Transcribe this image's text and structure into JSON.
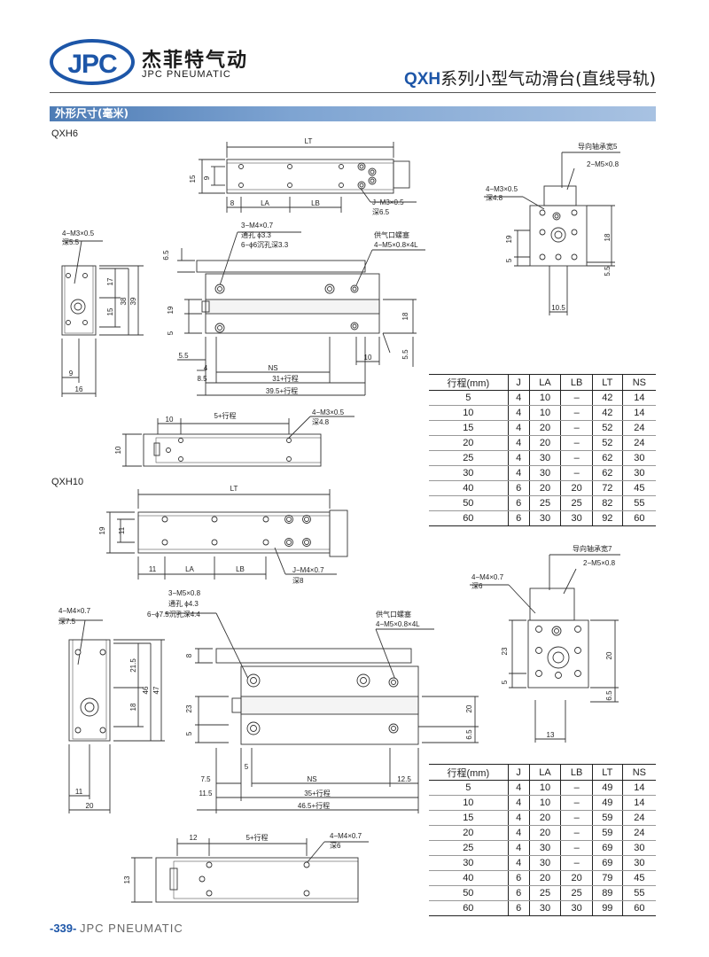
{
  "header": {
    "logo_text": "JPC",
    "brand_cn": "杰菲特气动",
    "brand_en": "JPC PNEUMATIC",
    "title_code": "QXH",
    "title_rest": "系列小型气动滑台(直线导轨)"
  },
  "section": {
    "title": "外形尺寸(毫米)"
  },
  "qxh6": {
    "label": "QXH6",
    "top_view": {
      "lt": "LT",
      "h15": "15",
      "h9": "9",
      "d8": "8",
      "la": "LA",
      "lb": "LB",
      "j": "J−M3×0.5",
      "depth": "深6.5"
    },
    "side_view": {
      "tap": "4−M3×0.5",
      "tap_depth": "深5.5",
      "d17": "17",
      "d15": "15",
      "d38": "38",
      "d39": "39",
      "d9": "9",
      "d16": "16"
    },
    "front_view": {
      "c1": "3−M4×0.7",
      "c2": "通孔 ϕ3.3",
      "c3": "6−ϕ6沉孔深3.3",
      "port": "供气口螺塞",
      "port_spec": "4−M5×0.8×4L",
      "d65": "6.5",
      "d19": "19",
      "d5": "5",
      "d18": "18",
      "d55a": "5.5",
      "d55b": "5.5",
      "d4": "4",
      "d10": "10",
      "ns": "NS",
      "d85": "8.5",
      "s31": "31+行程",
      "s395": "39.5+行程"
    },
    "end_view": {
      "guide": "导向轴承宽5",
      "tap2": "2−M5×0.8",
      "tap4": "4−M3×0.5",
      "depth": "深4.8",
      "d19": "19",
      "d18": "18",
      "d5": "5",
      "d55": "5.5",
      "d105": "10.5"
    },
    "bottom_view": {
      "d10": "10",
      "stroke": "5+行程",
      "tap": "4−M3×0.5",
      "depth": "深4.8",
      "h10": "10"
    }
  },
  "table6": {
    "headers": [
      "行程(mm)",
      "J",
      "LA",
      "LB",
      "LT",
      "NS"
    ],
    "rows": [
      [
        "5",
        "4",
        "10",
        "–",
        "42",
        "14"
      ],
      [
        "10",
        "4",
        "10",
        "–",
        "42",
        "14"
      ],
      [
        "15",
        "4",
        "20",
        "–",
        "52",
        "24"
      ],
      [
        "20",
        "4",
        "20",
        "–",
        "52",
        "24"
      ],
      [
        "25",
        "4",
        "30",
        "–",
        "62",
        "30"
      ],
      [
        "30",
        "4",
        "30",
        "–",
        "62",
        "30"
      ],
      [
        "40",
        "6",
        "20",
        "20",
        "72",
        "45"
      ],
      [
        "50",
        "6",
        "25",
        "25",
        "82",
        "55"
      ],
      [
        "60",
        "6",
        "30",
        "30",
        "92",
        "60"
      ]
    ]
  },
  "qxh10": {
    "label": "QXH10",
    "top_view": {
      "lt": "LT",
      "h19": "19",
      "h11": "11",
      "d11": "11",
      "la": "LA",
      "lb": "LB",
      "j": "J−M4×0.7",
      "depth": "深8"
    },
    "side_view": {
      "tap": "4−M4×0.7",
      "tap_depth": "深7.5",
      "d215": "21.5",
      "d18": "18",
      "d46": "46",
      "d47": "47",
      "d11": "11",
      "d20": "20"
    },
    "front_view": {
      "c1": "3−M5×0.8",
      "c2": "通孔 ϕ4.3",
      "c3": "6−ϕ7.5沉孔深4.4",
      "port": "供气口螺塞",
      "port_spec": "4−M5×0.8×4L",
      "d8": "8",
      "d23": "23",
      "d5": "5",
      "d20": "20",
      "d65": "6.5",
      "d5b": "5",
      "d75": "7.5",
      "ns": "NS",
      "d125": "12.5",
      "d115": "11.5",
      "s35": "35+行程",
      "s465": "46.5+行程"
    },
    "end_view": {
      "guide": "导向轴承宽7",
      "tap2": "2−M5×0.8",
      "tap4": "4−M4×0.7",
      "depth": "深6",
      "d23": "23",
      "d20": "20",
      "d5": "5",
      "d65": "6.5",
      "d13": "13"
    },
    "bottom_view": {
      "d12": "12",
      "stroke": "5+行程",
      "tap": "4−M4×0.7",
      "depth": "深6",
      "h13": "13"
    }
  },
  "table10": {
    "headers": [
      "行程(mm)",
      "J",
      "LA",
      "LB",
      "LT",
      "NS"
    ],
    "rows": [
      [
        "5",
        "4",
        "10",
        "–",
        "49",
        "14"
      ],
      [
        "10",
        "4",
        "10",
        "–",
        "49",
        "14"
      ],
      [
        "15",
        "4",
        "20",
        "–",
        "59",
        "24"
      ],
      [
        "20",
        "4",
        "20",
        "–",
        "59",
        "24"
      ],
      [
        "25",
        "4",
        "30",
        "–",
        "69",
        "30"
      ],
      [
        "30",
        "4",
        "30",
        "–",
        "69",
        "30"
      ],
      [
        "40",
        "6",
        "20",
        "20",
        "79",
        "45"
      ],
      [
        "50",
        "6",
        "25",
        "25",
        "89",
        "55"
      ],
      [
        "60",
        "6",
        "30",
        "30",
        "99",
        "60"
      ]
    ]
  },
  "footer": {
    "page": "-339-",
    "brand": "JPC PNEUMATIC"
  },
  "colors": {
    "accent": "#1d56a8",
    "bar": "#5d88bf"
  }
}
